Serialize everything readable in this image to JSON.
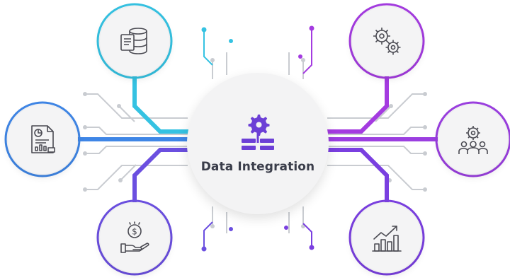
{
  "hub": {
    "title": "Data Integration"
  },
  "colors": {
    "cyan": "#35c2e2",
    "blue": "#3f86e6",
    "violet": "#6b4fe0",
    "purple": "#a43be0",
    "magenta": "#b13fd6",
    "gray": "#c9ccd1",
    "hub_icon": "#6c3fd6"
  },
  "nodes": [
    {
      "id": "top-left",
      "icon": "database-document-icon"
    },
    {
      "id": "mid-left",
      "icon": "report-document-icon"
    },
    {
      "id": "bottom-left",
      "icon": "dollar-hand-icon"
    },
    {
      "id": "top-right",
      "icon": "gears-icon"
    },
    {
      "id": "mid-right",
      "icon": "team-gear-icon"
    },
    {
      "id": "bottom-right",
      "icon": "growth-chart-icon"
    }
  ]
}
